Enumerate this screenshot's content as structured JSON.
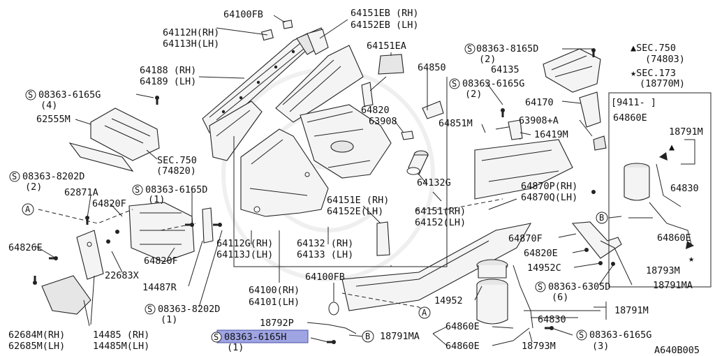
{
  "diagram_id": "A640B005",
  "parts": {
    "p64100FB_top": "64100FB",
    "p64151EB": "64151EB (RH)",
    "p64152EB": "64152EB (LH)",
    "p64112H": "64112H(RH)",
    "p64113H": "64113H(LH)",
    "p64151EA": "64151EA",
    "p08363_8165D": "08363-8165D",
    "p08363_8165D_qty": "(2)",
    "p64850": "64850",
    "p64135": "64135",
    "sec750_top": "▲SEC.750",
    "sec750_top_ref": "(74803)",
    "sec173": "★SEC.173",
    "sec173_ref": "(18770M)",
    "p64188": "64188 (RH)",
    "p64189": "64189 (LH)",
    "p08363_6165G_a": "08363-6165G",
    "p08363_6165G_a_qty": "(4)",
    "p08363_6165G_b": "08363-6165G",
    "p08363_6165G_b_qty": "(2)",
    "p64170": "64170",
    "date_box": "[9411-      ]",
    "p64820": "64820",
    "p63908": "63908",
    "p63908A": "63908+A",
    "p64860E_box": "64860E",
    "p18791M_box": "18791M",
    "p62555M": "62555M",
    "p64851M": "64851M",
    "p16419M": "16419M",
    "sec750_left": "SEC.750",
    "sec750_left_ref": "(74820)",
    "p08363_8202D_a": "08363-8202D",
    "p08363_8202D_a_qty": "(2)",
    "p08363_6165D": "08363-6165D",
    "p08363_6165D_qty": "(1)",
    "p64132G": "64132G",
    "p64830_box": "64830",
    "p62871A": "62871A",
    "p64870P": "64870P(RH)",
    "p64870Q": "64870Q(LH)",
    "p64820F_a": "64820F",
    "p64151E": "64151E (RH)",
    "p64152E": "64152E(LH)",
    "p64151": "64151(RH)",
    "p64152": "64152(LH)",
    "p64826E": "64826E",
    "p64112G": "64112G(RH)",
    "p64113J": "64113J(LH)",
    "p64132": "64132 (RH)",
    "p64133": "64133 (LH)",
    "p64870F": "64870F",
    "p64860E_box2": "64860E",
    "p64820F_b": "64820F",
    "p64820E": "64820E",
    "p22683X": "22683X",
    "p14952C": "14952C",
    "p18793M_box": "18793M",
    "p14487R": "14487R",
    "p64100": "64100(RH)",
    "p64101": "64101(LH)",
    "p64100FB_mid": "64100FB",
    "p08363_6305D": "08363-6305D",
    "p08363_6305D_qty": "(6)",
    "p18791MA_box": "18791MA",
    "p08363_8202D_b": "08363-8202D",
    "p08363_8202D_b_qty": "(1)",
    "p14952": "14952",
    "p18791M_bottom": "18791M",
    "p18792P": "18792P",
    "p64830_bottom": "64830",
    "p62684M": "62684M(RH)",
    "p62685M": "62685M(LH)",
    "p14485": "14485 (RH)",
    "p14485M": "14485M(LH)",
    "p64860E_b1": "64860E",
    "p18791MA_bottom": "18791MA",
    "p08363_6165G_c": "08363-6165G",
    "p08363_6165G_c_qty": "(3)",
    "p08363_6165H": "08363-6165H",
    "p08363_6165H_qty": "(1)",
    "p64860E_b2": "64860E",
    "p18793M_bottom": "18793M"
  },
  "markers": {
    "a": "A",
    "b": "B",
    "s": "S",
    "star": "★",
    "tri": "▲"
  },
  "colors": {
    "highlight": "#7f86d9",
    "ink": "#222222",
    "background": "#ffffff"
  }
}
